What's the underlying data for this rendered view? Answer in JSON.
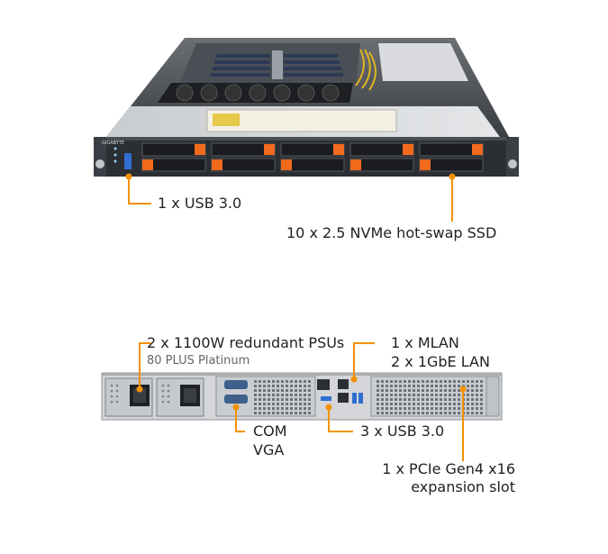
{
  "front": {
    "brand": "GIGABYTE",
    "callouts": {
      "usb": "1 x USB 3.0",
      "ssd": "10 x 2.5 NVMe  hot-swap SSD"
    }
  },
  "rear": {
    "callouts": {
      "psu": "2 x 1100W redundant PSUs",
      "psu_sub": "80 PLUS Platinum",
      "mlan": "1 x MLAN",
      "lan": "2 x 1GbE LAN",
      "com": "COM",
      "vga": "VGA",
      "usb": "3 x USB 3.0",
      "pcie": "1 x PCIe Gen4 x16",
      "pcie_sub": "expansion slot"
    }
  },
  "colors": {
    "accent": "#f39200",
    "chassis_dark": "#2b2e33",
    "metal": "#b9bcc0",
    "bay_orange": "#f26a1b"
  }
}
